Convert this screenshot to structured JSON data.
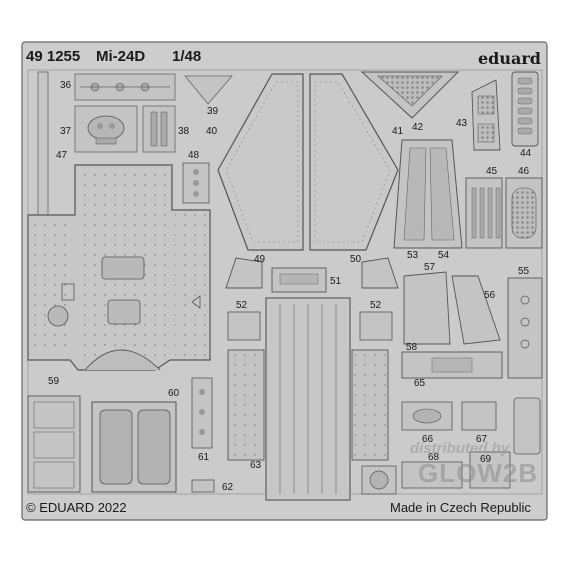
{
  "header": {
    "code": "49 1255",
    "model": "Mi-24D",
    "scale": "1/48",
    "brand": "eduard"
  },
  "footer": {
    "copyright": "© EDUARD 2022",
    "origin": "Made in Czech Republic"
  },
  "watermark": {
    "line1": "distributed by",
    "line2": "GLOW2B"
  },
  "part_numbers": [
    "36",
    "37",
    "38",
    "39",
    "40",
    "41",
    "42",
    "43",
    "44",
    "45",
    "46",
    "47",
    "48",
    "49",
    "50",
    "51",
    "52",
    "52",
    "53",
    "54",
    "55",
    "56",
    "57",
    "58",
    "59",
    "60",
    "61",
    "62",
    "63",
    "65",
    "66",
    "67",
    "68",
    "69"
  ],
  "colors": {
    "fret": "#c9c9c9",
    "outline": "#555555",
    "background": "#ffffff"
  }
}
